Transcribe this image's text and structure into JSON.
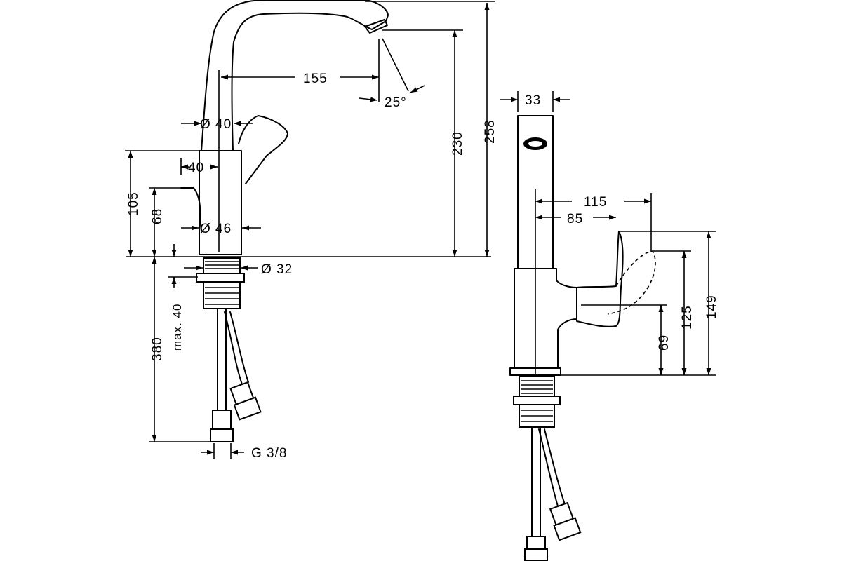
{
  "drawing": {
    "front_view": {
      "dim_spout_reach": "155",
      "dim_spray_angle": "25°",
      "dim_spout_dia": "Ø 40",
      "dim_body_width": "40",
      "dim_body_height": "105",
      "dim_handle_height": "68",
      "dim_base_dia": "Ø 46",
      "dim_shank_dia": "Ø 32",
      "dim_max_thickness": "max. 40",
      "dim_hose_length": "380",
      "dim_thread": "G 3/8",
      "dim_outlet_height": "230",
      "dim_total_height": "258"
    },
    "side_view": {
      "dim_spout_depth": "33",
      "dim_lever_reach_max": "115",
      "dim_lever_reach": "85",
      "dim_lever_top": "149",
      "dim_lever_open_top": "125",
      "dim_lever_axis": "69"
    }
  }
}
